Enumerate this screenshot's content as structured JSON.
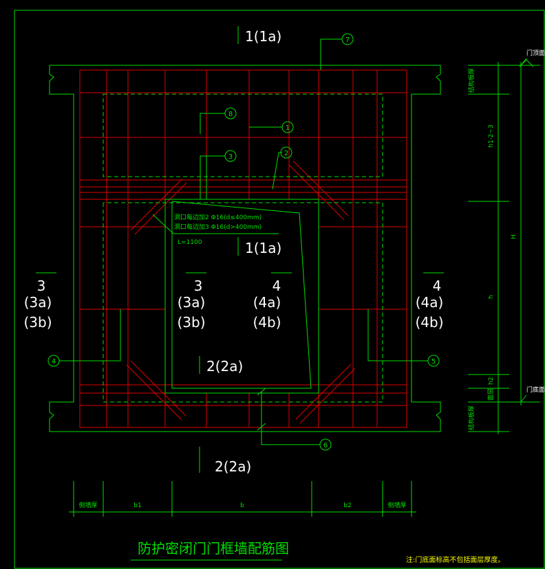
{
  "labels": {
    "sec_top": "1(1a)",
    "sec_mid": "1(1a)",
    "sec_bot_in": "2(2a)",
    "sec_bot_out": "2(2a)",
    "left_outer": [
      "3",
      "(3a)",
      "(3b)"
    ],
    "left_inner": [
      "3",
      "(3a)",
      "(3b)"
    ],
    "right_inner": [
      "4",
      "(4a)",
      "(4b)"
    ],
    "right_outer": [
      "4",
      "(4a)",
      "(4b)"
    ],
    "callouts": [
      "7",
      "8",
      "1",
      "3",
      "2",
      "4",
      "5",
      "6"
    ],
    "note_line1": "洞口每边加2 Φ16(d≤400mm)",
    "note_line2": "洞口每边加3 Φ16(d>400mm)",
    "note_len": "L=1100",
    "dim_bottom": [
      "侧墙厚",
      "b1",
      "b",
      "b2",
      "侧墙厚"
    ],
    "dim_right": [
      "结构板厚",
      "h1-2~3",
      "H",
      "h",
      "h2",
      "面层",
      "结构板厚"
    ],
    "door_top": "门顶面",
    "door_bottom": "门底面",
    "title": "防护密闭门门框墙配筋图",
    "footnote": "注:门底面标高不包括面层厚度。"
  }
}
